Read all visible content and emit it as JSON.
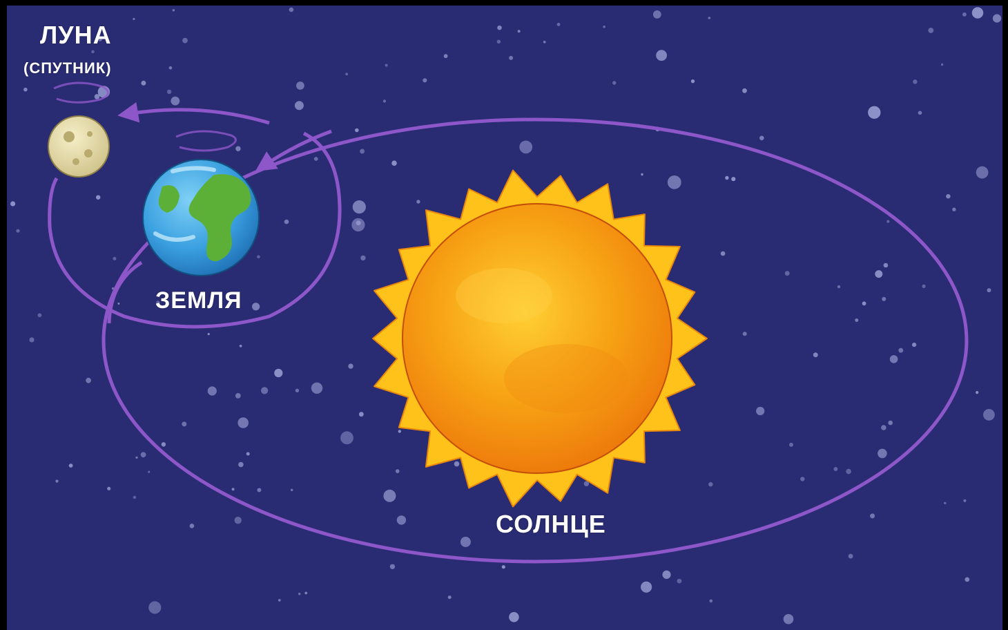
{
  "labels": {
    "moon": "ЛУНА",
    "moon_sub": "(СПУТНИК)",
    "earth": "ЗЕМЛЯ",
    "sun": "СОЛНЦЕ"
  },
  "colors": {
    "background": "#2a2c73",
    "orbit": "#8e57c9",
    "sun": "#f5a00f",
    "sun_flare": "#ffc21a",
    "earth_ocean": "#3aa0e0",
    "earth_land": "#5cb038",
    "moon": "#e6dcae"
  }
}
